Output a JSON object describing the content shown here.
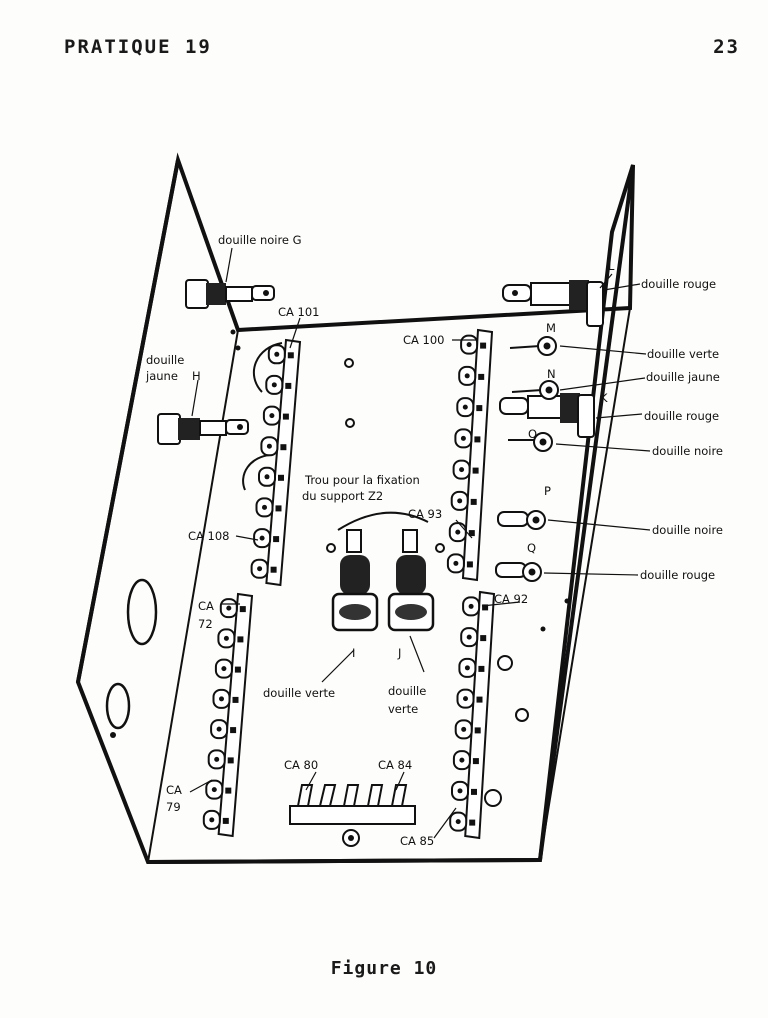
{
  "header": {
    "left": "PRATIQUE 19",
    "right": "23"
  },
  "caption": "Figure 10",
  "labels": {
    "douille_noire_g": "douille noire G",
    "douille_jaune_1": "douille",
    "douille_jaune_2": "jaune",
    "letter_h": "H",
    "ca101": "CA 101",
    "ca100": "CA 100",
    "ca108": "CA 108",
    "ca93": "CA 93",
    "ca92": "CA 92",
    "ca72_1": "CA",
    "ca72_2": "72",
    "ca79_1": "CA",
    "ca79_2": "79",
    "ca80": "CA 80",
    "ca84": "CA 84",
    "ca85": "CA 85",
    "trou_1": "Trou pour la fixation",
    "trou_2": "du support Z2",
    "letter_l": "L",
    "letter_m": "M",
    "letter_n": "N",
    "letter_k": "K",
    "letter_o": "O",
    "letter_p": "P",
    "letter_q": "Q",
    "letter_i": "I",
    "letter_j": "J",
    "douille_rouge_l": "douille rouge",
    "douille_verte_m": "douille verte",
    "douille_jaune_n": "douille jaune",
    "douille_rouge_k": "douille rouge",
    "douille_noire_o": "douille noire",
    "douille_noire_p": "douille noire",
    "douille_rouge_q": "douille rouge",
    "douille_verte_i": "douille verte",
    "douille_verte_j_1": "douille",
    "douille_verte_j_2": "verte"
  }
}
